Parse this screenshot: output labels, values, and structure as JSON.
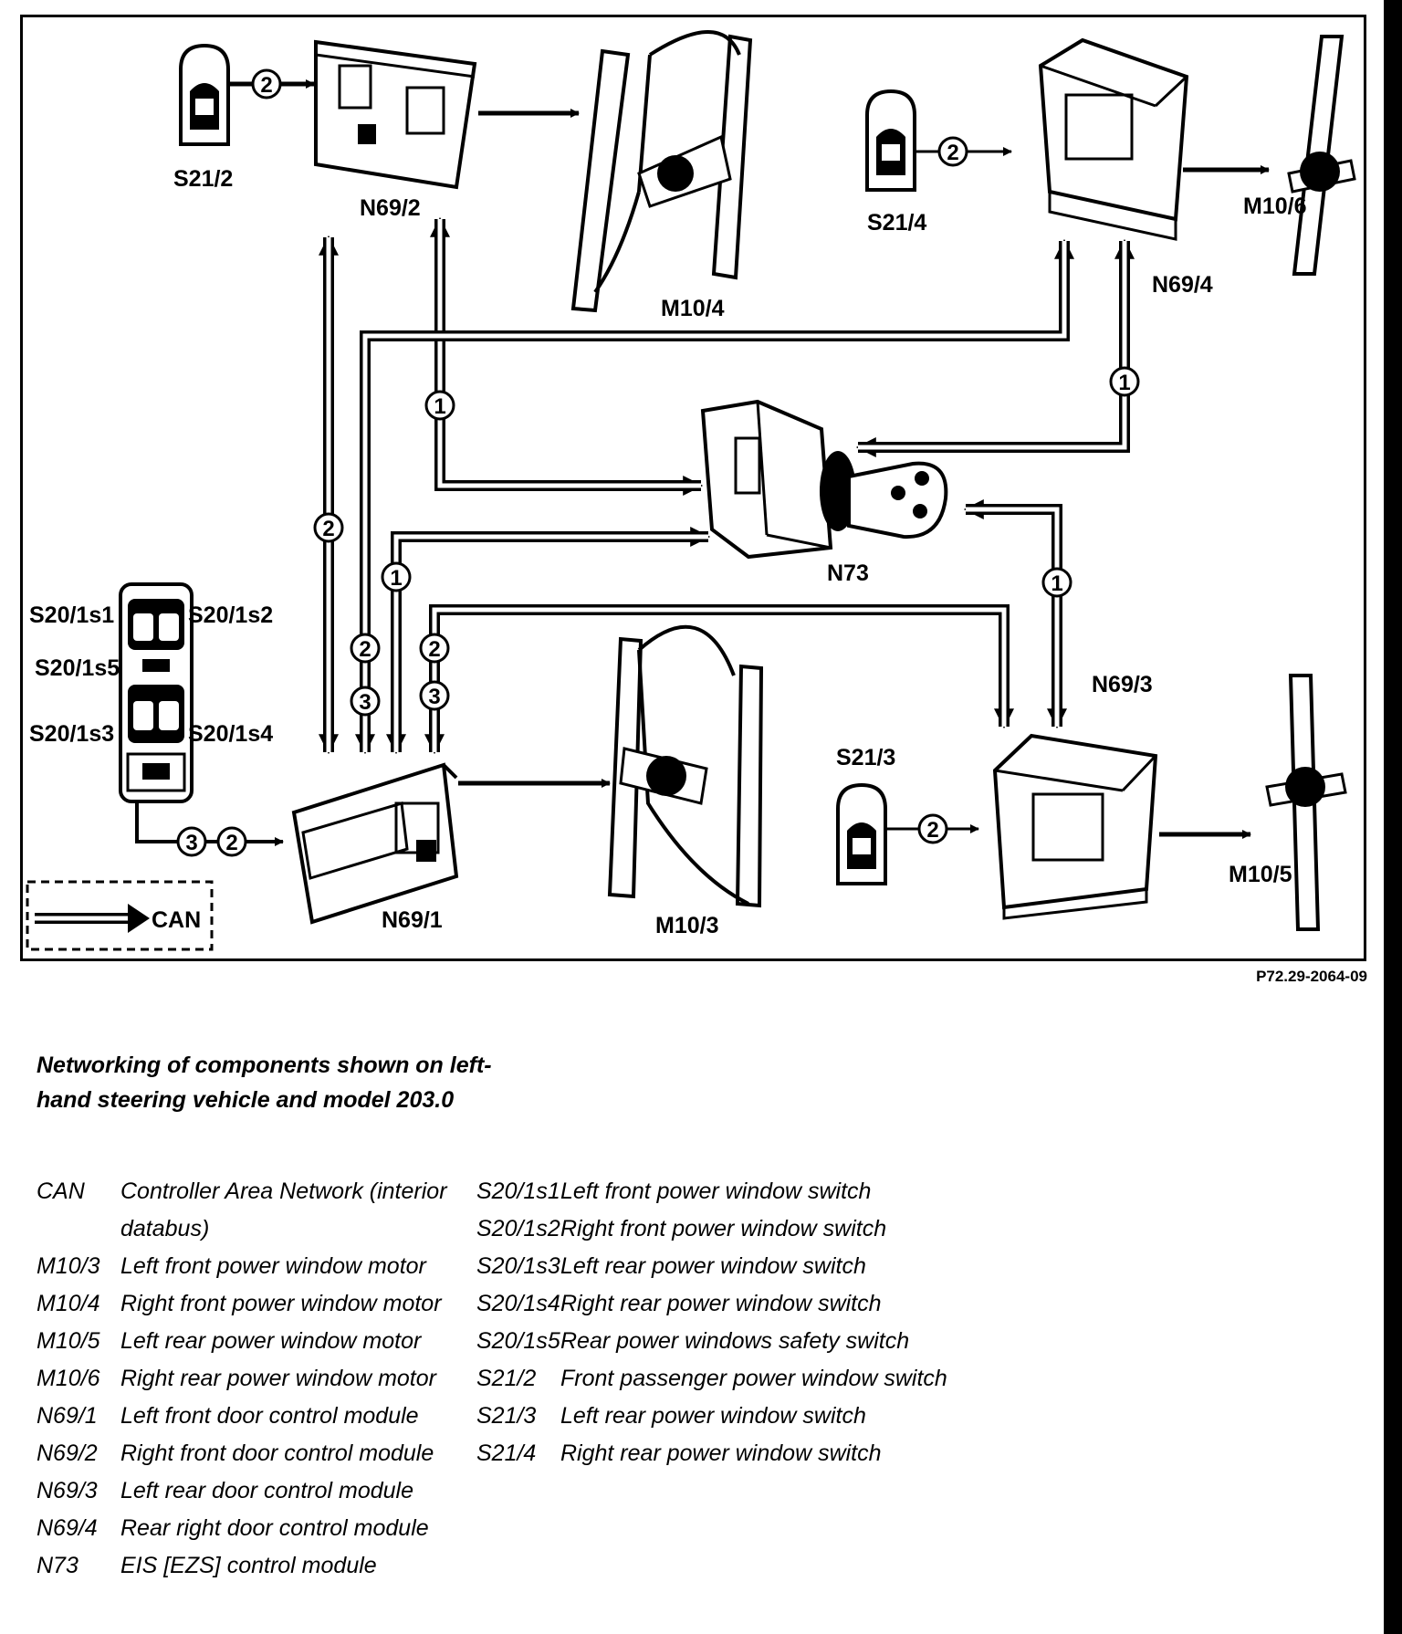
{
  "diagram": {
    "components": {
      "s21_2": "S21/2",
      "n69_2": "N69/2",
      "m10_4": "M10/4",
      "s21_4": "S21/4",
      "n69_4": "N69/4",
      "m10_6": "M10/6",
      "n73": "N73",
      "s20_1s1": "S20/1s1",
      "s20_1s2": "S20/1s2",
      "s20_1s5": "S20/1s5",
      "s20_1s3": "S20/1s3",
      "s20_1s4": "S20/1s4",
      "n69_3": "N69/3",
      "s21_3": "S21/3",
      "n69_1": "N69/1",
      "m10_3": "M10/3",
      "m10_5": "M10/5"
    },
    "connection_numbers": {
      "one": "1",
      "two": "2",
      "three": "3"
    },
    "can_legend": "CAN",
    "figure_code": "P72.29-2064-09",
    "colors": {
      "line": "#000000",
      "background": "#ffffff",
      "frame_border": "#000000"
    }
  },
  "legend": {
    "title": "Networking of components shown on left-hand steering vehicle and model 203.0",
    "left": [
      {
        "code": "CAN",
        "desc": "Controller Area Network (interior databus)"
      },
      {
        "code": "M10/3",
        "desc": "Left front power window motor"
      },
      {
        "code": "M10/4",
        "desc": "Right front power window motor"
      },
      {
        "code": "M10/5",
        "desc": "Left rear power window motor"
      },
      {
        "code": "M10/6",
        "desc": "Right rear power window motor"
      },
      {
        "code": "N69/1",
        "desc": "Left front door control module"
      },
      {
        "code": "N69/2",
        "desc": "Right front door control module"
      },
      {
        "code": "N69/3",
        "desc": "Left rear door control module"
      },
      {
        "code": "N69/4",
        "desc": "Rear right door control module"
      },
      {
        "code": "N73",
        "desc": "EIS [EZS] control module"
      }
    ],
    "right": [
      {
        "code": "S20/1s1",
        "desc": "Left front power window switch"
      },
      {
        "code": "S20/1s2",
        "desc": "Right front power window switch"
      },
      {
        "code": "S20/1s3",
        "desc": "Left rear power window switch"
      },
      {
        "code": "S20/1s4",
        "desc": "Right rear power window switch"
      },
      {
        "code": "S20/1s5",
        "desc": "Rear power windows safety switch"
      },
      {
        "code": "S21/2",
        "desc": "Front passenger power window switch"
      },
      {
        "code": "S21/3",
        "desc": "Left rear power window switch"
      },
      {
        "code": "S21/4",
        "desc": "Right rear power window switch"
      }
    ]
  }
}
